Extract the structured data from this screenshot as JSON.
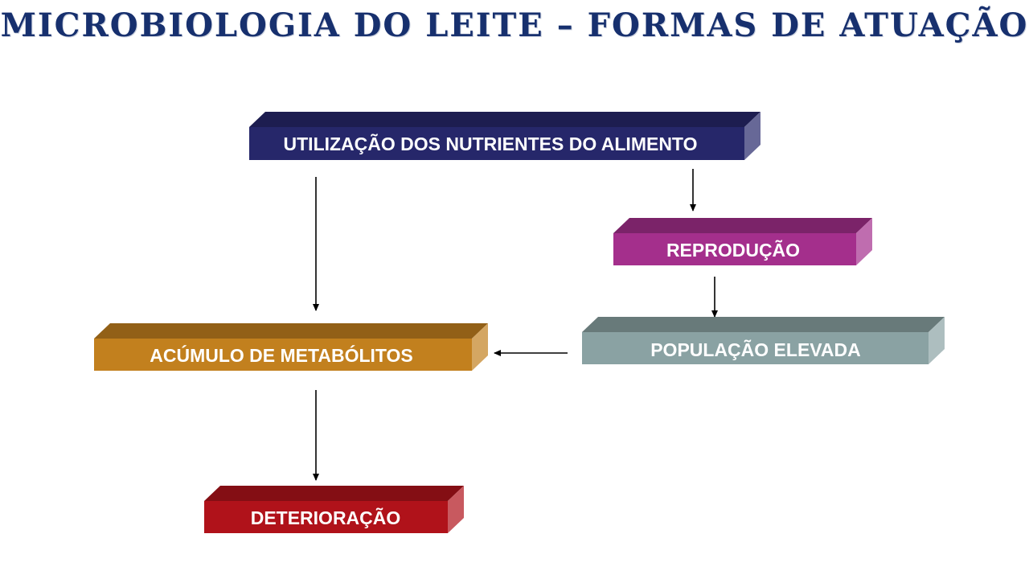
{
  "title": "Microbiologia do Leite – Formas de Atuação",
  "diagram": {
    "boxes": {
      "nutrientes": {
        "label": "UTILIZAÇÃO DOS NUTRIENTES DO ALIMENTO",
        "color": "#26276a",
        "text_color": "#ffffff"
      },
      "reproducao": {
        "label": "REPRODUÇÃO",
        "color": "#a42f8c",
        "text_color": "#ffffff"
      },
      "populacao": {
        "label": "POPULAÇÃO ELEVADA",
        "color": "#8aa2a3",
        "text_color": "#ffffff"
      },
      "metabolitos": {
        "label": "ACÚMULO DE METABÓLITOS",
        "color": "#c2801e",
        "text_color": "#ffffff"
      },
      "deterioracao": {
        "label": "DETERIORAÇÃO",
        "color": "#b0121a",
        "text_color": "#ffffff"
      }
    },
    "arrows": [
      {
        "from": "nutrientes",
        "to": "reproducao"
      },
      {
        "from": "reproducao",
        "to": "populacao"
      },
      {
        "from": "populacao",
        "to": "metabolitos"
      },
      {
        "from": "nutrientes",
        "to": "metabolitos"
      },
      {
        "from": "metabolitos",
        "to": "deterioracao"
      }
    ]
  }
}
